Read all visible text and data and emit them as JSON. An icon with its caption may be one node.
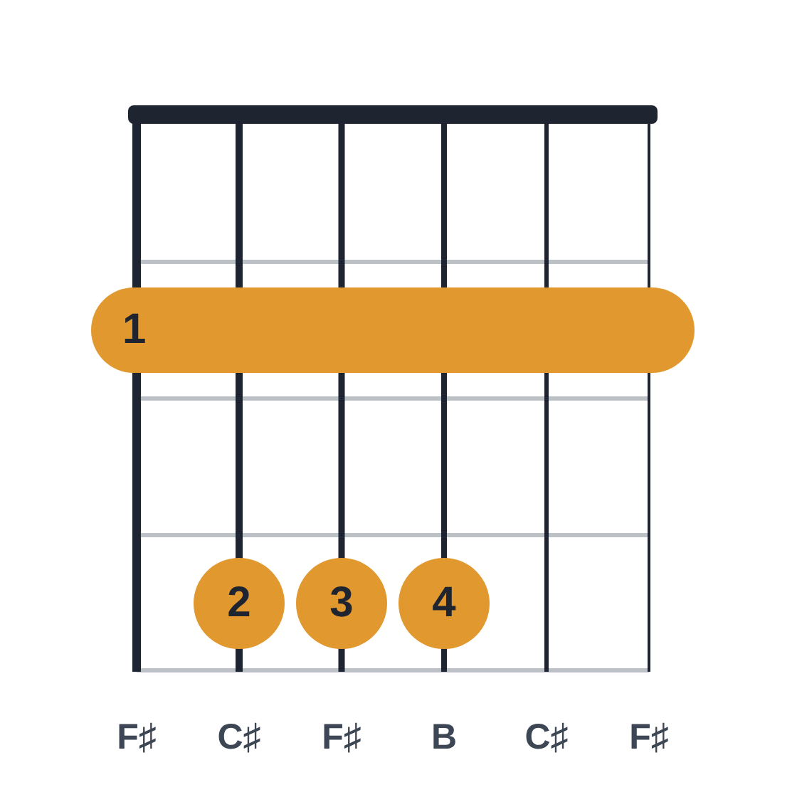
{
  "diagram": {
    "nodes": [
      {
        "text": [
          "1"
        ]
      },
      {
        "text": [
          "2"
        ]
      },
      {
        "text": [
          "3"
        ]
      },
      {
        "text": [
          "4"
        ]
      }
    ],
    "labels": [
      "F♯",
      "C♯",
      "F♯",
      "B",
      "C♯",
      "F♯"
    ]
  }
}
